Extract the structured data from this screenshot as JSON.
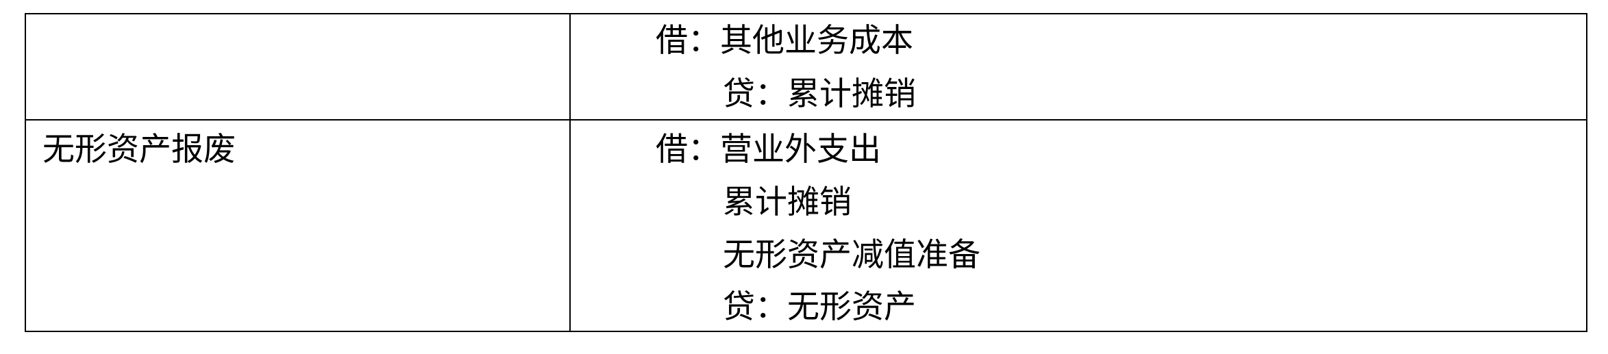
{
  "table": {
    "rows": [
      {
        "item": "",
        "entries": [
          {
            "text": "借：其他业务成本",
            "indent": 0
          },
          {
            "text": "贷：累计摊销",
            "indent": 1
          }
        ]
      },
      {
        "item": "无形资产报废",
        "entries": [
          {
            "text": "借：营业外支出",
            "indent": 0
          },
          {
            "text": "累计摊销",
            "indent": 1
          },
          {
            "text": "无形资产减值准备",
            "indent": 1
          },
          {
            "text": "贷：无形资产",
            "indent": 1
          }
        ]
      }
    ]
  }
}
